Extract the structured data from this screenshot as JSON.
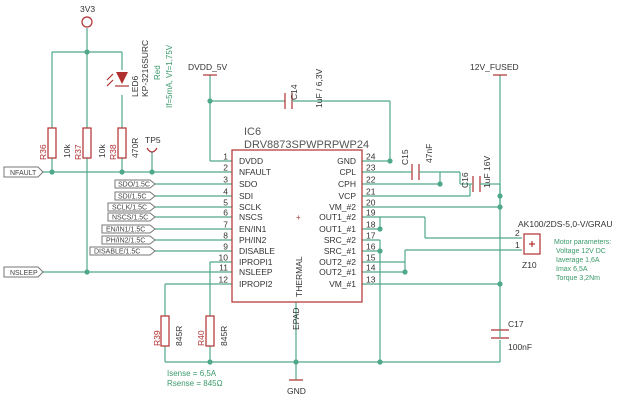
{
  "power": {
    "v33": "3V3",
    "dvdd": "DVDD_5V",
    "v12": "12V_FUSED",
    "gnd": "GND"
  },
  "led": {
    "ref": "LED6",
    "part": "KP-3216SURC",
    "color": "Red",
    "params": "If=5mA, Vf=1,75V"
  },
  "resistors": [
    {
      "ref": "R36",
      "value": "10k"
    },
    {
      "ref": "R37",
      "value": "10k"
    },
    {
      "ref": "R38",
      "value": "470R"
    },
    {
      "ref": "R39",
      "value": "845R"
    },
    {
      "ref": "R40",
      "value": "845R"
    }
  ],
  "testpoint": "TP5",
  "capacitors": [
    {
      "ref": "C14",
      "value": "1uF / 6,3V"
    },
    {
      "ref": "C15",
      "value": "47nF"
    },
    {
      "ref": "C16",
      "value": "1uF 16V"
    },
    {
      "ref": "C17",
      "value": "100nF"
    }
  ],
  "ic": {
    "ref": "IC6",
    "part": "DRV8873SPWPRPWP24",
    "thermal": "THERMAL",
    "epad": "EPAD",
    "left_pins": [
      {
        "num": "1",
        "name": "DVDD"
      },
      {
        "num": "2",
        "name": "NFAULT"
      },
      {
        "num": "3",
        "name": "SDO"
      },
      {
        "num": "4",
        "name": "SDI"
      },
      {
        "num": "5",
        "name": "SCLK"
      },
      {
        "num": "6",
        "name": "NSCS"
      },
      {
        "num": "7",
        "name": "EN/IN1"
      },
      {
        "num": "8",
        "name": "PH/IN2"
      },
      {
        "num": "9",
        "name": "DISABLE"
      },
      {
        "num": "10",
        "name": "IPROPI1"
      },
      {
        "num": "11",
        "name": "NSLEEP"
      },
      {
        "num": "12",
        "name": "IPROPI2"
      }
    ],
    "right_pins": [
      {
        "num": "24",
        "name": "GND"
      },
      {
        "num": "23",
        "name": "CPL"
      },
      {
        "num": "22",
        "name": "CPH"
      },
      {
        "num": "21",
        "name": "VCP"
      },
      {
        "num": "20",
        "name": "VM_#2"
      },
      {
        "num": "19",
        "name": "OUT1_#2"
      },
      {
        "num": "18",
        "name": "OUT1_#1"
      },
      {
        "num": "17",
        "name": "SRC_#2"
      },
      {
        "num": "16",
        "name": "SRC_#1"
      },
      {
        "num": "15",
        "name": "OUT2_#2"
      },
      {
        "num": "14",
        "name": "OUT2_#1"
      },
      {
        "num": "13",
        "name": "VM_#1"
      }
    ]
  },
  "net_labels": {
    "nfault": "NFAULT",
    "nsleep": "NSLEEP",
    "spi": [
      "SDO/1.5C",
      "SDI/1.5C",
      "SCLK/1.5C",
      "NSCS/1.5C",
      "EN/IN1/1.5C",
      "PH/IN2/1.5C",
      "DISABLE/1.5C"
    ]
  },
  "motor": {
    "connector": "AK100/2DS-5,0-V/GRAU",
    "ref": "Z10",
    "pin1": "1",
    "pin2": "2",
    "params": [
      "Motor parameters:",
      "Voltage 12V DC",
      "Iaverage 1,6A",
      "Imax 6,5A",
      "Torque 3,2Nm"
    ]
  },
  "sense_note": [
    "Isense = 6,5A",
    "Rsense = 845Ω"
  ],
  "colors": {
    "wire": "#4fa88a",
    "part": "#b03030",
    "note": "#3a9a6a"
  }
}
